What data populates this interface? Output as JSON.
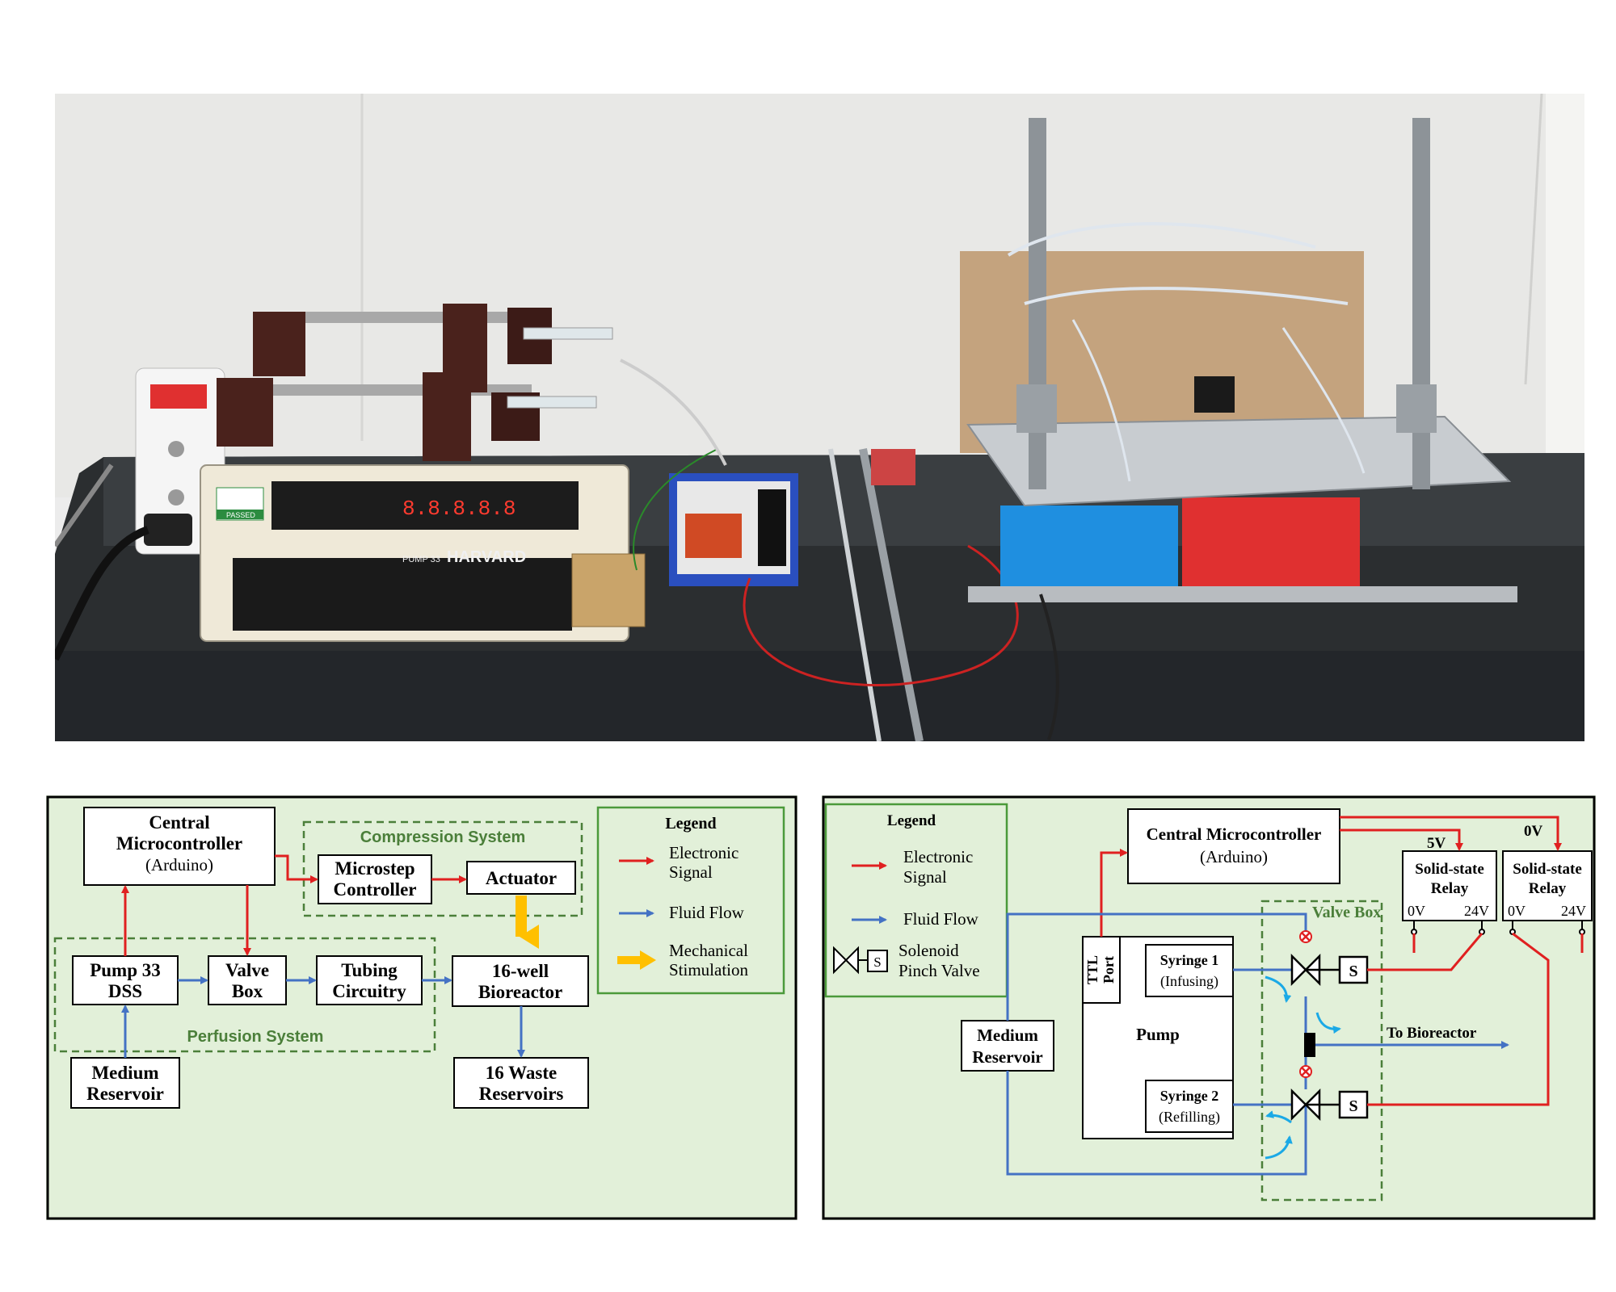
{
  "photo": {
    "pump_brand": "HARVARD",
    "pump_model": "PUMP 33",
    "pump_display": "8.8.8.8.8",
    "safety_tag": "PASSED"
  },
  "diagram1": {
    "central": {
      "line1": "Central",
      "line2": "Microcontroller",
      "line3": "(Arduino)"
    },
    "compression_title": "Compression System",
    "microstep": {
      "line1": "Microstep",
      "line2": "Controller"
    },
    "actuator": "Actuator",
    "pump": {
      "line1": "Pump 33",
      "line2": "DSS"
    },
    "valve": {
      "line1": "Valve",
      "line2": "Box"
    },
    "tubing": {
      "line1": "Tubing",
      "line2": "Circuitry"
    },
    "bioreactor": {
      "line1": "16-well",
      "line2": "Bioreactor"
    },
    "perfusion_title": "Perfusion System",
    "medium": {
      "line1": "Medium",
      "line2": "Reservoir"
    },
    "waste": {
      "line1": "16 Waste",
      "line2": "Reservoirs"
    },
    "legend": {
      "title": "Legend",
      "electronic": {
        "line1": "Electronic",
        "line2": "Signal"
      },
      "fluid": "Fluid Flow",
      "mechanical": {
        "line1": "Mechanical",
        "line2": "Stimulation"
      }
    }
  },
  "diagram2": {
    "legend": {
      "title": "Legend",
      "electronic": {
        "line1": "Electronic",
        "line2": "Signal"
      },
      "fluid": "Fluid Flow",
      "solenoid": {
        "line1": "Solenoid",
        "line2": "Pinch Valve"
      },
      "s_label": "S"
    },
    "central": {
      "line1": "Central Microcontroller",
      "line2": "(Arduino)"
    },
    "relay1": {
      "line1": "Solid-state",
      "line2": "Relay",
      "v_in": "5V",
      "low": "0V",
      "high": "24V"
    },
    "relay2": {
      "line1": "Solid-state",
      "line2": "Relay",
      "v_in": "0V",
      "low": "0V",
      "high": "24V"
    },
    "valve_box": "Valve Box",
    "ttl": {
      "line1": "TTL",
      "line2": "Port"
    },
    "syringe1": {
      "line1": "Syringe 1",
      "line2": "(Infusing)"
    },
    "syringe2": {
      "line1": "Syringe 2",
      "line2": "(Refilling)"
    },
    "pump": "Pump",
    "medium": {
      "line1": "Medium",
      "line2": "Reservoir"
    },
    "to_bioreactor": "To Bioreactor",
    "s1": "S",
    "s2": "S"
  }
}
